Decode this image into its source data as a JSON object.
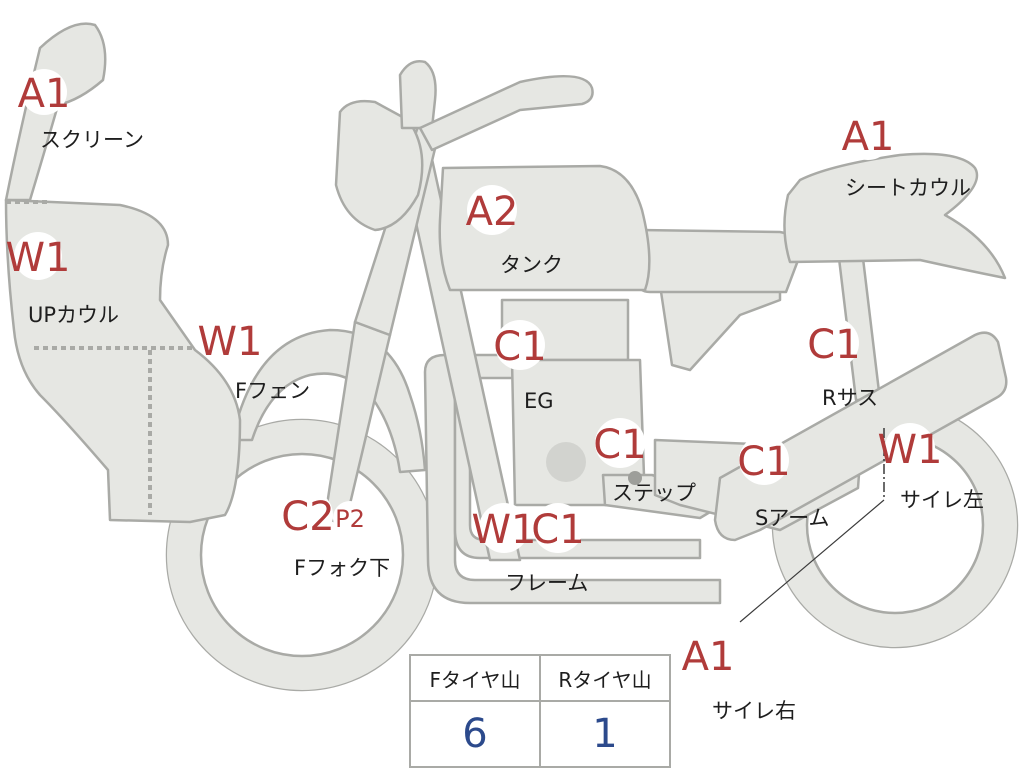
{
  "parts": [
    {
      "id": "screen",
      "grade": "A1",
      "label": "スクリーン"
    },
    {
      "id": "up-cowl",
      "grade": "W1",
      "label": "UPカウル"
    },
    {
      "id": "front-fender",
      "grade": "W1",
      "label": "Fフェン"
    },
    {
      "id": "front-fork-lower",
      "grade": "C2",
      "grade2": "P2",
      "label": "Fフォク下"
    },
    {
      "id": "tank",
      "grade": "A2",
      "label": "タンク"
    },
    {
      "id": "engine",
      "grade": "C1",
      "label": "EG"
    },
    {
      "id": "step",
      "grade": "C1",
      "label": "ステップ"
    },
    {
      "id": "frame",
      "grade": "W1",
      "grade2": "C1",
      "label": "フレーム"
    },
    {
      "id": "seat-cowl",
      "grade": "A1",
      "label": "シートカウル"
    },
    {
      "id": "rear-suspension",
      "grade": "C1",
      "label": "Rサス"
    },
    {
      "id": "swing-arm",
      "grade": "C1",
      "label": "Sアーム"
    },
    {
      "id": "muffler-left",
      "grade": "W1",
      "label": "サイレ左"
    },
    {
      "id": "muffler-right",
      "grade": "A1",
      "label": "サイレ右"
    }
  ],
  "tread": {
    "front_label": "Fタイヤ山",
    "rear_label": "Rタイヤ山",
    "front_value": "6",
    "rear_value": "1"
  },
  "colors": {
    "body_fill": "#e6e7e3",
    "outline": "#a9aaa6",
    "grade_text": "#b03b3a",
    "tread_value": "#2c4a8c"
  }
}
